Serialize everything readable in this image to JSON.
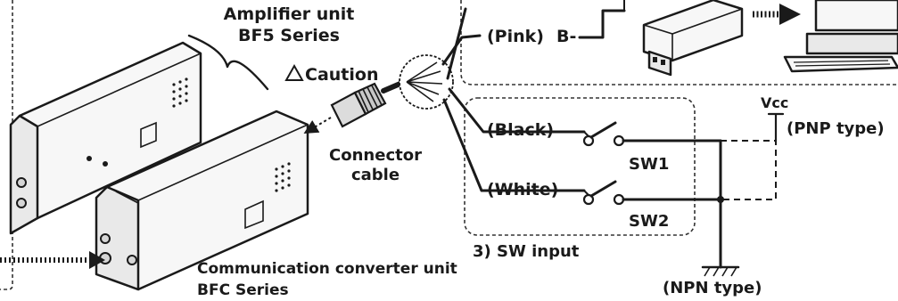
{
  "labels": {
    "amplifier_title": "Amplifier unit",
    "amplifier_series": "BF5 Series",
    "caution": "Caution",
    "caution_symbol": "⚠",
    "connector_line1": "Connector",
    "connector_line2": "cable",
    "pink_wire": "(Pink)",
    "b_minus": "B-",
    "black_wire": "(Black)",
    "white_wire": "(White)",
    "sw1": "SW1",
    "sw2": "SW2",
    "vcc": "Vcc",
    "pnp_type": "(PNP type)",
    "npn_type": "(NPN type)",
    "sw_input": "3) SW input",
    "comm_title": "Communication converter unit",
    "comm_series": "BFC Series"
  },
  "icons": [
    "amplifier-unit-icon",
    "communication-converter-icon",
    "connector-plug-icon",
    "converter-device-icon",
    "computer-icon",
    "arrow-right-icon",
    "ground-symbol-icon",
    "switch-symbol-icon"
  ]
}
